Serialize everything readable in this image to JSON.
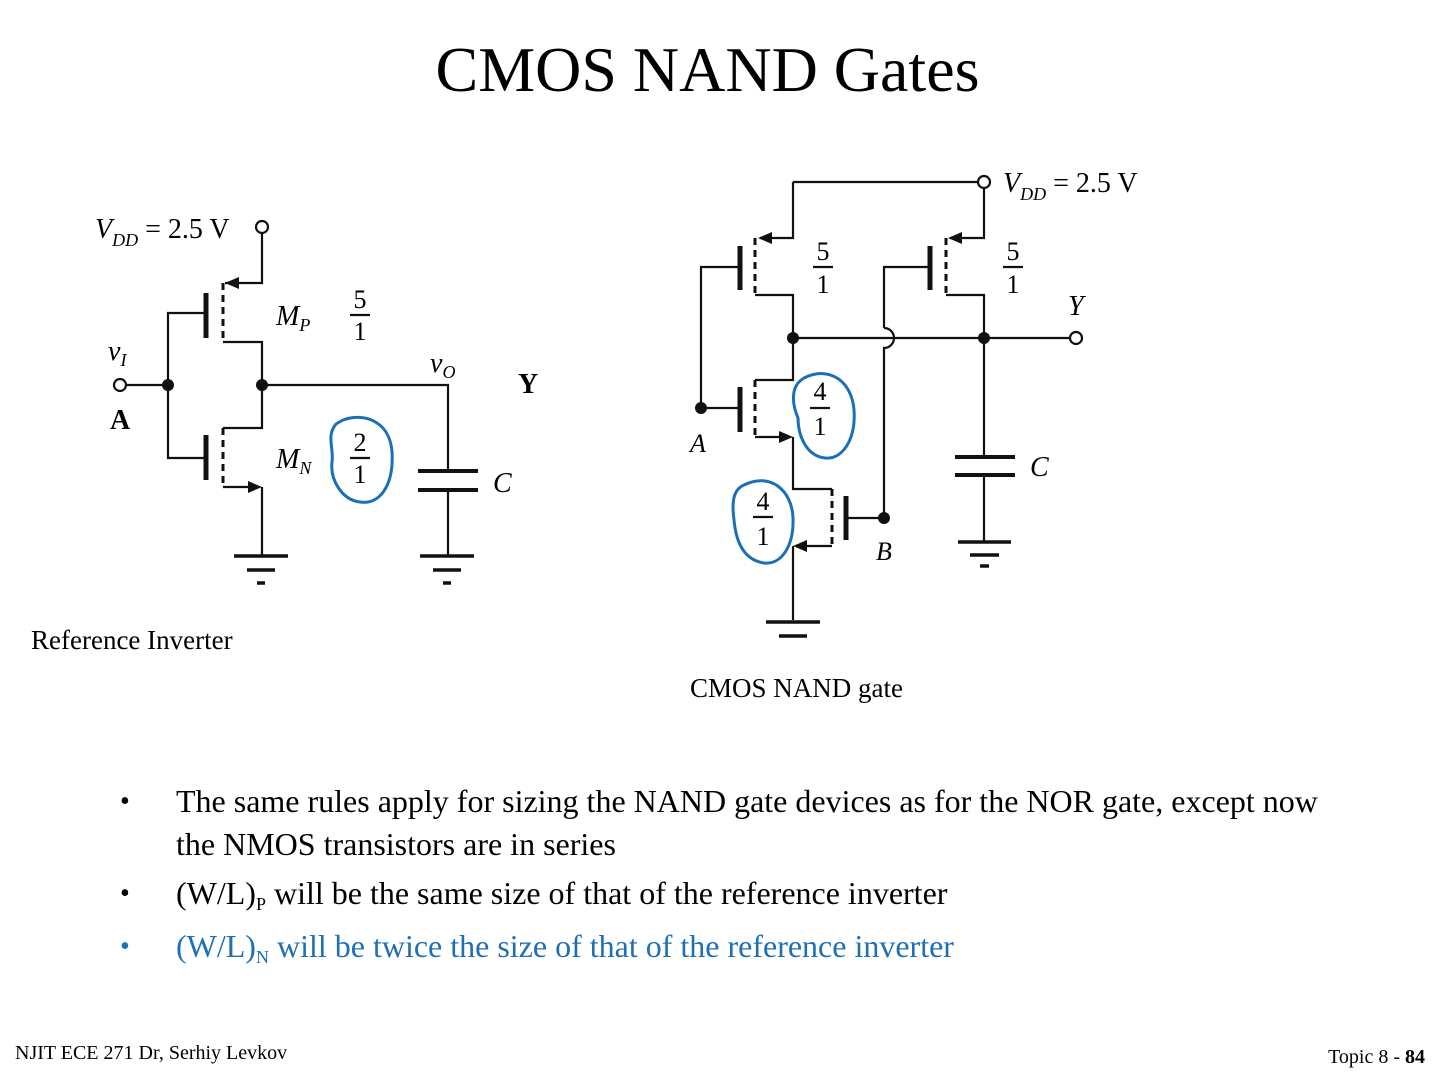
{
  "slide": {
    "title": "CMOS NAND Gates",
    "footer_left": "NJIT ECE 271  Dr, Serhiy Levkov",
    "footer_topic": "Topic 8 - ",
    "footer_page": "84"
  },
  "reference_inverter": {
    "caption": "Reference Inverter",
    "vdd_label": "V",
    "vdd_sub": "DD",
    "vdd_value": " = 2.5 V",
    "input_label": "v",
    "input_sub": "I",
    "input_name": "A",
    "output_label": "v",
    "output_sub": "O",
    "output_name": "Y",
    "pmos_name": "M",
    "pmos_sub": "P",
    "pmos_ratio_num": "5",
    "pmos_ratio_den": "1",
    "nmos_name": "M",
    "nmos_sub": "N",
    "nmos_ratio_num": "2",
    "nmos_ratio_den": "1",
    "cap_label": "C"
  },
  "nand_gate": {
    "caption": "CMOS NAND gate",
    "vdd_label": "V",
    "vdd_sub": "DD",
    "vdd_value": " = 2.5 V",
    "output_name": "Y",
    "input_a": "A",
    "input_b": "B",
    "pmos_a_ratio_num": "5",
    "pmos_a_ratio_den": "1",
    "pmos_b_ratio_num": "5",
    "pmos_b_ratio_den": "1",
    "nmos_a_ratio_num": "4",
    "nmos_a_ratio_den": "1",
    "nmos_b_ratio_num": "4",
    "nmos_b_ratio_den": "1",
    "cap_label": "C"
  },
  "bullets": [
    {
      "pre": "The same rules apply for sizing the NAND gate devices as for the NOR gate, except now the NMOS transistors are in series",
      "sub": "",
      "post": ""
    },
    {
      "pre": "(W/L)",
      "sub": "P",
      "post": " will be the same size of that of the reference inverter"
    },
    {
      "pre": "(W/L)",
      "sub": "N",
      "post": " will be twice the size of that of the reference inverter"
    }
  ],
  "bullet_symbol": "•",
  "colors": {
    "highlight": "#1f6fb5",
    "annotation_ink": "#1a6fb8"
  }
}
